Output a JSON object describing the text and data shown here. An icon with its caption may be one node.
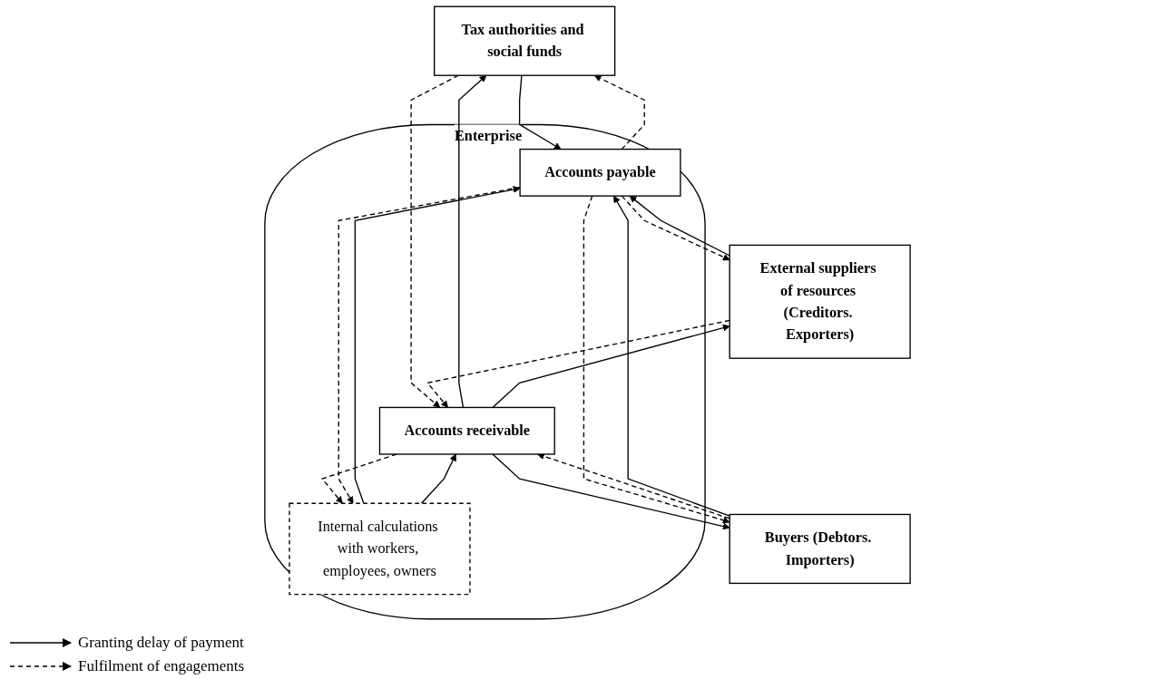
{
  "diagram": {
    "nodes": [
      {
        "text": [
          "Tax authorities and social funds"
        ]
      },
      {
        "text": [
          "Enterprise"
        ]
      },
      {
        "text": [
          "External suppliers of resources (Creditors. Exporters)"
        ]
      },
      {
        "text": [
          "Accounts payable"
        ],
        "in": 1
      },
      {
        "text": [
          "Internal calculations with workers, employees, owners"
        ],
        "in": 1
      },
      {
        "text": [
          "Accounts receivable"
        ],
        "in": 1
      },
      {
        "text": [
          "Buyers (Debtors. Importers)"
        ]
      }
    ],
    "edges": [
      {
        "from": 0,
        "to": 3,
        "arrow": "to"
      },
      {
        "from": 3,
        "to": 0,
        "arrow": "to",
        "style": "dashed"
      },
      {
        "from": 5,
        "to": 0,
        "arrow": "to"
      },
      {
        "from": 0,
        "to": 5,
        "arrow": "to",
        "style": "dashed"
      },
      {
        "from": 2,
        "to": 3,
        "arrow": "to"
      },
      {
        "from": 4,
        "to": 3,
        "arrow": "to"
      },
      {
        "from": 5,
        "to": 4,
        "arrow": "to",
        "style": "dashed"
      },
      {
        "from": 5,
        "to": 6,
        "arrow": "to"
      },
      {
        "from": 3,
        "to": 2,
        "arrow": "to",
        "style": "dashed"
      },
      {
        "from": 3,
        "to": 4,
        "arrow": "to",
        "style": "dashed"
      },
      {
        "from": 4,
        "to": 5,
        "arrow": "to"
      },
      {
        "from": 6,
        "to": 5,
        "arrow": "to",
        "style": "dashed"
      },
      {
        "from": 5,
        "to": 2,
        "arrow": "to"
      },
      {
        "from": 2,
        "to": 5,
        "arrow": "to",
        "style": "dashed"
      },
      {
        "from": 3,
        "to": 6,
        "arrow": "to",
        "style": "dashed"
      },
      {
        "from": 6,
        "to": 3,
        "arrow": "to"
      }
    ],
    "legend": [
      {
        "text": "Granting delay of payment"
      },
      {
        "text": "Fulfilment of engagements"
      }
    ]
  }
}
